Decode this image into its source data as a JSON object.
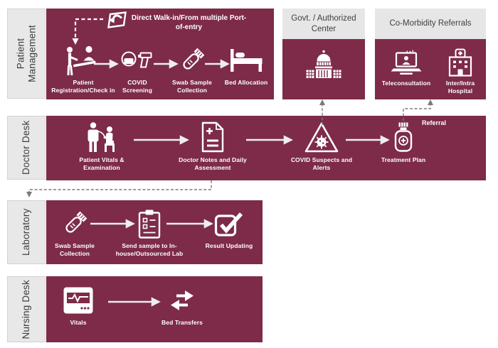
{
  "colors": {
    "maroon": "#7d2b49",
    "panel_gray": "#e7e6e6",
    "label_text": "#3d3d3d",
    "flow_arrow": "#eeeeee",
    "connector_gray": "#7a7a7a"
  },
  "lanes": {
    "patient_management": {
      "label": "Patient Management",
      "note": "Direct Walk-in/From multiple Port-of-entry",
      "steps": [
        {
          "icon": "registration-desk-icon",
          "label": "Patient Registration/Check in"
        },
        {
          "icon": "covid-screening-icon",
          "label": "COVID Screening"
        },
        {
          "icon": "swab-tube-icon",
          "label": "Swab Sample Collection"
        },
        {
          "icon": "bed-icon",
          "label": "Bed Allocation"
        }
      ]
    },
    "doctor_desk": {
      "label": "Doctor Desk",
      "referral_label": "Referral",
      "steps": [
        {
          "icon": "doctor-exam-icon",
          "label": "Patient Vitals & Examination"
        },
        {
          "icon": "doctor-notes-icon",
          "label": "Doctor Notes and Daily Assessment"
        },
        {
          "icon": "covid-alert-icon",
          "label": "COVID Suspects and Alerts"
        },
        {
          "icon": "treatment-plan-icon",
          "label": "Treatment Plan"
        }
      ]
    },
    "laboratory": {
      "label": "Laboratory",
      "steps": [
        {
          "icon": "swab-tube-icon",
          "label": "Swab Sample Collection"
        },
        {
          "icon": "lab-clipboard-icon",
          "label": "Send sample to In-house/Outsourced Lab"
        },
        {
          "icon": "result-check-icon",
          "label": "Result Updating"
        }
      ]
    },
    "nursing_desk": {
      "label": "Nursing Desk",
      "steps": [
        {
          "icon": "vitals-monitor-icon",
          "label": "Vitals"
        },
        {
          "icon": "bed-transfer-icon",
          "label": "Bed Transfers"
        }
      ]
    }
  },
  "external": {
    "govt_center": {
      "title": "Govt. / Authorized Center",
      "icon": "govt-building-icon"
    },
    "comorbidity": {
      "title": "Co-Morbidity Referrals",
      "items": [
        {
          "icon": "teleconsultation-icon",
          "label": "Teleconsultation"
        },
        {
          "icon": "hospital-icon",
          "label": "Inter/Intra Hospital"
        }
      ]
    }
  }
}
